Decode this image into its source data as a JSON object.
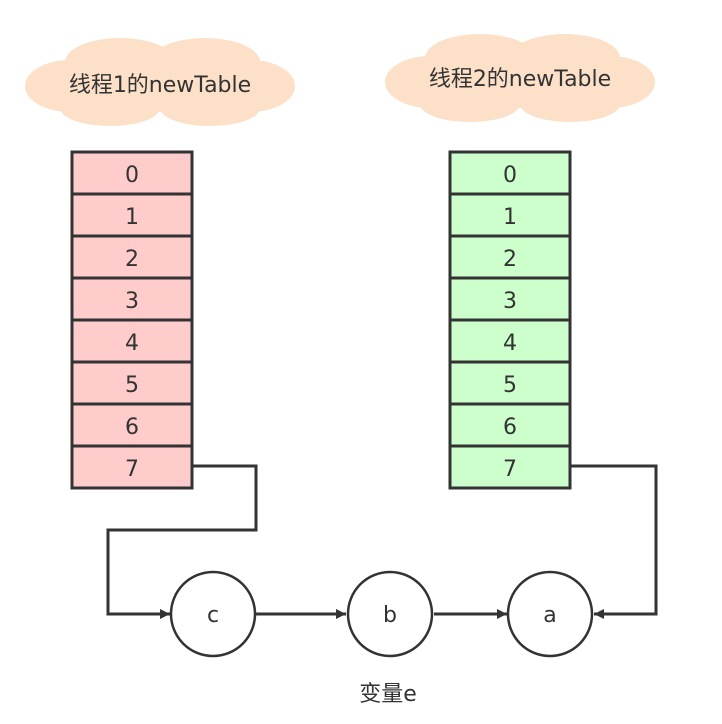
{
  "tables": [
    {
      "id": "table1",
      "label": "线程1的newTable",
      "cells": [
        "0",
        "1",
        "2",
        "3",
        "4",
        "5",
        "6",
        "7"
      ],
      "fill_color": "#ffcccc"
    },
    {
      "id": "table2",
      "label": "线程2的newTable",
      "cells": [
        "0",
        "1",
        "2",
        "3",
        "4",
        "5",
        "6",
        "7"
      ],
      "fill_color": "#ccffcc"
    }
  ],
  "nodes": [
    "c",
    "b",
    "a"
  ],
  "caption": "变量e",
  "colors": {
    "cloud": "#fde0c8",
    "stroke": "#333333",
    "text": "#333333",
    "node_fill": "#ffffff"
  }
}
